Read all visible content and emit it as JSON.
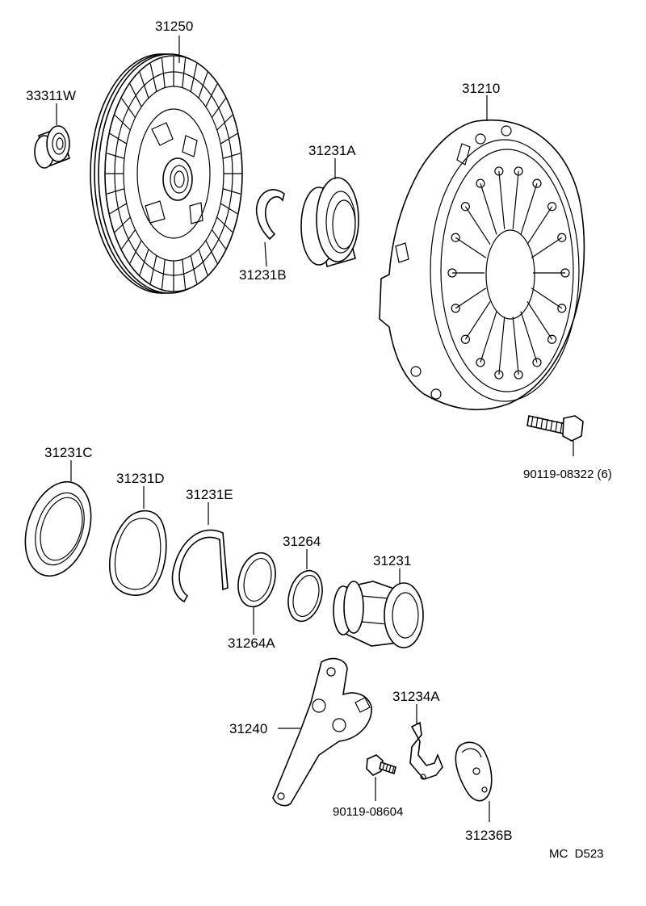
{
  "labels": {
    "p31250": "31250",
    "p33311W": "33311W",
    "p31210": "31210",
    "p31231A": "31231A",
    "p31231B": "31231B",
    "p90119_08322": "90119-08322 (6)",
    "p31231C": "31231C",
    "p31231D": "31231D",
    "p31231E": "31231E",
    "p31264": "31264",
    "p31231": "31231",
    "p31264A": "31264A",
    "p31234A": "31234A",
    "p31240": "31240",
    "p90119_08604": "90119-08604",
    "p31236B": "31236B"
  },
  "footer": {
    "code": "MC  D523"
  }
}
